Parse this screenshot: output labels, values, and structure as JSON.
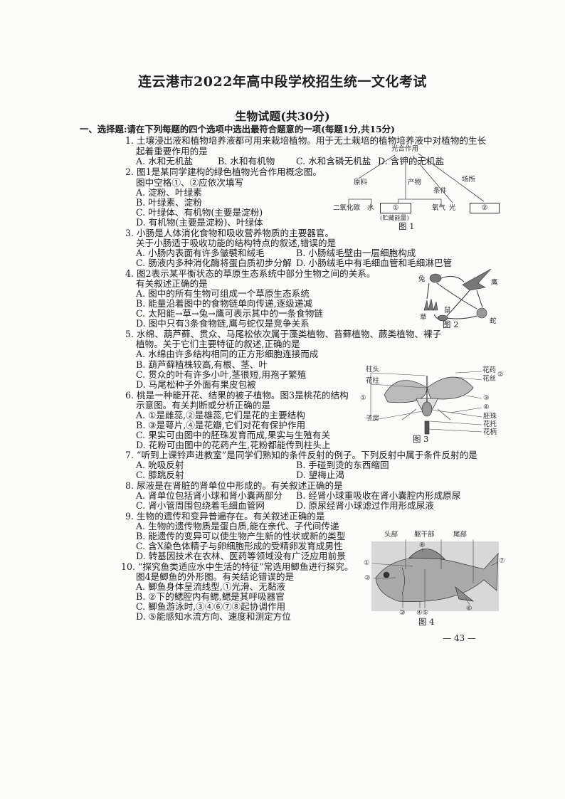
{
  "header": {
    "title": "连云港市2022年高中段学校招生统一文化考试",
    "subtitle": "生物试题(共30分)",
    "section": "一、选择题:请在下列每题的四个选项中选出最符合题意的一项(每题1分,共15分)"
  },
  "questions": [
    {
      "stem": [
        "1. 土壤浸出液和植物培养液都可用来栽培植物。用于无土栽培的植物培养液中对植物的生长",
        "起着重要作用的是"
      ],
      "options": [
        "A. 水和无机盐",
        "B. 水和有机物",
        "C. 水和含磷无机盐",
        "D. 含钾的无机盐"
      ]
    },
    {
      "stem": [
        "2. 图1是某同学建构的绿色植物光合作用概念图。",
        "图中空格①、②应依次填写"
      ],
      "options": [
        "A. 淀粉、叶绿素",
        "B. 叶绿素、淀粉",
        "C. 叶绿体、有机物(主要是淀粉)",
        "D. 有机物(主要是淀粉)、叶绿体"
      ]
    },
    {
      "stem": [
        "3. 小肠是人体消化食物和吸收营养物质的主要器官。",
        "关于小肠适于吸收功能的结构特点的叙述,错误的是"
      ],
      "options": [
        "A. 小肠内表面有许多皱襞和绒毛",
        "B. 小肠绒毛壁由一层细胞构成",
        "C. 肠液内多种消化酶将蛋白质初步分解",
        "D. 小肠绒毛中有毛细血管和毛细淋巴管"
      ]
    },
    {
      "stem": [
        "4. 图2表示某平衡状态的草原生态系统中部分生物之间的关系。",
        "有关叙述正确的是"
      ],
      "options": [
        "A. 图中的所有生物可组成一个草原生态系统",
        "B. 能量沿着图中的食物链单向传递,逐级递减",
        "C. 太阳能→草→兔→鹰可表示其中的一条食物链",
        "D. 图中只有3条食物链,鹰与蛇仅是竞争关系"
      ]
    },
    {
      "stem": [
        "5. 水绵、葫芦藓、贯众、马尾松依次属于藻类植物、苔藓植物、蕨类植物、裸子",
        "植物。关于它们主要特征的叙述,正确的是"
      ],
      "options": [
        "A. 水绵由许多结构相同的正方形细胞连接而成",
        "B. 葫芦藓植株较高,有根、茎、叶",
        "C. 贯众的叶有许多小叶,茎很短,用孢子繁殖",
        "D. 马尾松种子外面有果皮包被"
      ]
    },
    {
      "stem": [
        "6. 桃是一种能开花、结果的被子植物。图3是桃花的结构",
        "示意图。有关判断或分析正确的是"
      ],
      "options": [
        "A. ①是雌蕊,②是雄蕊,它们是花的主要结构",
        "B. ③是萼片,④是花瓣,它们对花有保护作用",
        "C. 果实可由图中的胚珠发育而成,果实与生殖有关",
        "D. 花粉可由图中的花药产生,花粉都能传到柱头上"
      ]
    },
    {
      "stem": [
        "7. “听到上课铃声进教室”是同学们熟知的条件反射的例子。下列反射中属于条件反射的是"
      ],
      "options": [
        "A. 吮吸反射",
        "B. 手碰到烫的东西缩回",
        "C. 膝跳反射",
        "D. 望梅止渴"
      ]
    },
    {
      "stem": [
        "8. 尿液是在肾脏的肾单位中形成的。有关叙述正确的是"
      ],
      "options": [
        "A. 肾单位包括肾小球和肾小囊两部分",
        "B. 经肾小球重吸收在肾小囊腔内形成原尿",
        "C. 肾小管周围包绕着毛细血管网",
        "D. 原尿经肾小球滤过作用形成尿液"
      ]
    },
    {
      "stem": [
        "9. 生物的遗传和变异普遍存在。有关叙述正确的是"
      ],
      "options": [
        "A. 生物的遗传物质是蛋白质,能在亲代、子代间传递",
        "B. 能遗传的变异可以使生物产生新的性状或新的类型",
        "C. 含X染色体精子与卵细胞形成的受精卵发育成男性",
        "D. 转基因技术在农林、医药等领域没有广泛应用前景"
      ]
    },
    {
      "stem": [
        "10. “探究鱼类适应水中生活的特征”常选用鲫鱼进行探究。",
        "图4是鲫鱼的外形图。有关结论错误的是"
      ],
      "options": [
        "A. 鲫鱼身体呈流线型,①光滑、无黏液",
        "B. ②下的鳃腔内有鳃,鳃是其呼吸器官",
        "C. 鲫鱼游泳时,③④⑥⑦⑧起协调作用",
        "D. ⑤能感知水流方向、速度和测定方位"
      ]
    }
  ],
  "figures": {
    "fig1": {
      "caption": "图 1",
      "root": "光合作用",
      "branches": [
        "原料",
        "产物",
        "条件",
        "场所"
      ],
      "leaves": [
        "二氧化碳",
        "水",
        "①",
        "(贮藏能量)",
        "氧气",
        "光",
        "②"
      ]
    },
    "fig2": {
      "caption": "图 2",
      "organisms": [
        "兔",
        "鹰",
        "草",
        "鼠",
        "蛇"
      ]
    },
    "fig3": {
      "caption": "图 3",
      "left_labels": [
        "柱头",
        "花柱",
        "①",
        "子房"
      ],
      "right_labels": [
        "花药",
        "花丝",
        "②",
        "③",
        "④",
        "胚珠",
        "花托",
        "花柄"
      ]
    },
    "fig4": {
      "caption": "图 4",
      "regions": [
        "头部",
        "躯干部",
        "尾部"
      ],
      "markers": [
        "①",
        "②",
        "③",
        "④⑤",
        "⑥",
        "⑦",
        "⑧"
      ]
    }
  },
  "footer": {
    "page_number": "— 43 —"
  }
}
